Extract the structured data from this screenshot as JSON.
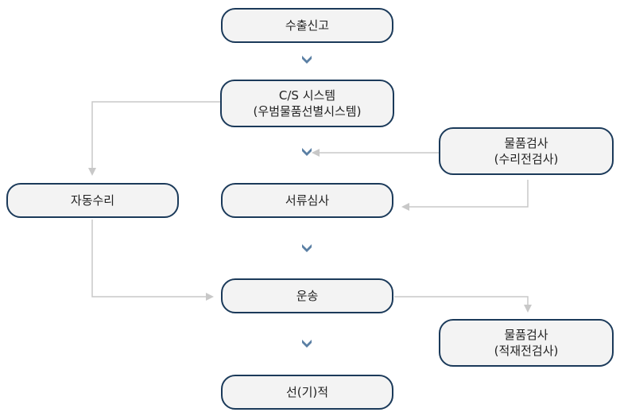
{
  "colors": {
    "node_border": "#1b3a5a",
    "node_fill": "#f3f3f3",
    "connector": "#c8c8c8",
    "chevron": "#5a7fa4"
  },
  "nodes": {
    "export_declaration": {
      "label": "수출신고"
    },
    "cs_system": {
      "line1": "C/S 시스템",
      "line2": "(우범물품선별시스템)"
    },
    "automatic_clearance": {
      "label": "자동수리"
    },
    "document_review": {
      "label": "서류심사"
    },
    "inspection_pre_clearance": {
      "line1": "물품검사",
      "line2": "(수리전검사)"
    },
    "transport": {
      "label": "운송"
    },
    "inspection_loading": {
      "line1": "물품검사",
      "line2": "(적재전검사)"
    },
    "shipment": {
      "label": "선(기)적"
    }
  }
}
